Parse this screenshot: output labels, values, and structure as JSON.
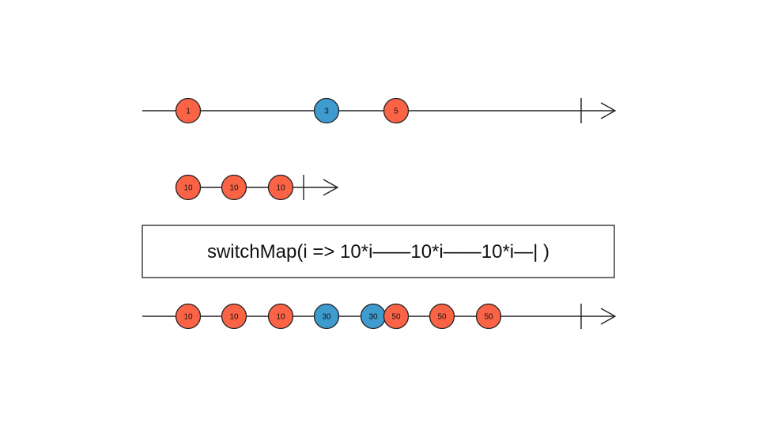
{
  "colors": {
    "line": "#222222",
    "marble_red": "#fb6346",
    "marble_blue": "#3d9bcd",
    "box_fill": "#ffffff",
    "background": "#ffffff"
  },
  "diagram": {
    "source_stream": {
      "marbles": [
        {
          "label": "1",
          "color": "red"
        },
        {
          "label": "3",
          "color": "blue"
        },
        {
          "label": "5",
          "color": "red"
        }
      ],
      "completes": true
    },
    "inner_stream": {
      "marbles": [
        {
          "label": "10",
          "color": "red"
        },
        {
          "label": "10",
          "color": "red"
        },
        {
          "label": "10",
          "color": "red"
        }
      ],
      "completes": true
    },
    "operator": {
      "label": "switchMap(i => 10*i——10*i——10*i—| )"
    },
    "output_stream": {
      "marbles": [
        {
          "label": "10",
          "color": "red"
        },
        {
          "label": "10",
          "color": "red"
        },
        {
          "label": "10",
          "color": "red"
        },
        {
          "label": "30",
          "color": "blue"
        },
        {
          "label": "30",
          "color": "blue"
        },
        {
          "label": "50",
          "color": "red"
        },
        {
          "label": "50",
          "color": "red"
        },
        {
          "label": "50",
          "color": "red"
        }
      ],
      "completes": true
    }
  }
}
